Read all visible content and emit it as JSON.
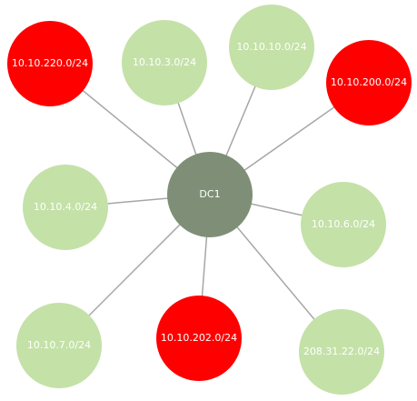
{
  "colors": {
    "hub": "#7f8f77",
    "normal_subnet": "#c4e1a8",
    "alert_subnet": "#ff0000",
    "edge": "#a6a6a6",
    "label": "#ffffff"
  },
  "diagram": {
    "hub": {
      "label": "DC1",
      "color": "#7f8f77"
    },
    "subnets": [
      {
        "label": "10.10.220.0/24",
        "status": "alert",
        "color": "#ff0000"
      },
      {
        "label": "10.10.3.0/24",
        "status": "normal",
        "color": "#c4e1a8"
      },
      {
        "label": "10.10.10.0/24",
        "status": "normal",
        "color": "#c4e1a8"
      },
      {
        "label": "10.10.200.0/24",
        "status": "alert",
        "color": "#ff0000"
      },
      {
        "label": "10.10.4.0/24",
        "status": "normal",
        "color": "#c4e1a8"
      },
      {
        "label": "10.10.6.0/24",
        "status": "normal",
        "color": "#c4e1a8"
      },
      {
        "label": "10.10.7.0/24",
        "status": "normal",
        "color": "#c4e1a8"
      },
      {
        "label": "10.10.202.0/24",
        "status": "alert",
        "color": "#ff0000"
      },
      {
        "label": "208.31.22.0/24",
        "status": "normal",
        "color": "#c4e1a8"
      }
    ]
  }
}
